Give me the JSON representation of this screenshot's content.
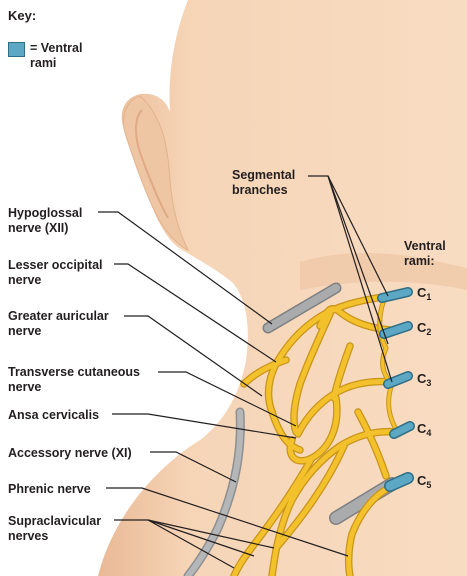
{
  "key": {
    "title": "Key:",
    "swatch_label": "= Ventral\nrami",
    "swatch_color": "#5ba7c4"
  },
  "labels": {
    "segmental_branches": "Segmental\nbranches",
    "ventral_rami": "Ventral\nrami:",
    "hypoglossal": "Hypoglossal\nnerve (XII)",
    "lesser_occipital": "Lesser occipital\nnerve",
    "greater_auricular": "Greater auricular\nnerve",
    "transverse_cutaneous": "Transverse cutaneous\nnerve",
    "ansa_cervicalis": "Ansa cervicalis",
    "accessory": "Accessory nerve (XI)",
    "phrenic": "Phrenic nerve",
    "supraclavicular": "Supraclavicular\nnerves"
  },
  "roots": [
    {
      "letter": "C",
      "num": "1"
    },
    {
      "letter": "C",
      "num": "2"
    },
    {
      "letter": "C",
      "num": "3"
    },
    {
      "letter": "C",
      "num": "4"
    },
    {
      "letter": "C",
      "num": "5"
    }
  ],
  "colors": {
    "skin": "#f6d5b7",
    "skin_shadow": "#ebbf9b",
    "nerve": "#f3c12b",
    "nerve_edge": "#c9941a",
    "ventral_rami": "#5ba7c4",
    "gray_nerve": "#a9abad",
    "leader": "#231f20"
  }
}
